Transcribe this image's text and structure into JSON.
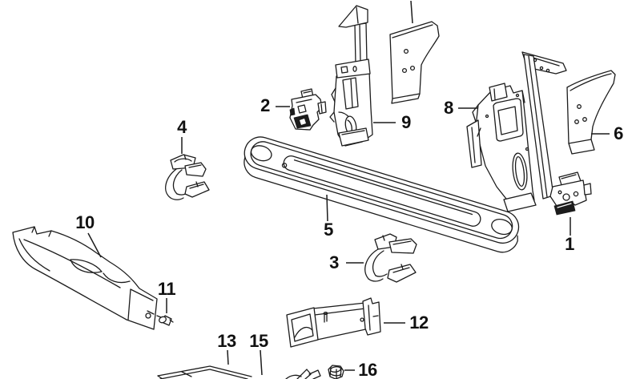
{
  "figure": {
    "background_color": "#ffffff",
    "line_color": "#1c1c1c",
    "label_color": "#111111",
    "callouts": {
      "c1": {
        "label": "1"
      },
      "c2": {
        "label": "2"
      },
      "c3": {
        "label": "3"
      },
      "c4": {
        "label": "4"
      },
      "c5": {
        "label": "5"
      },
      "c6": {
        "label": "6"
      },
      "c8": {
        "label": "8"
      },
      "c9": {
        "label": "9"
      },
      "c10": {
        "label": "10"
      },
      "c11": {
        "label": "11"
      },
      "c12": {
        "label": "12"
      },
      "c13": {
        "label": "13"
      },
      "c15": {
        "label": "15"
      },
      "c16": {
        "label": "16"
      }
    }
  }
}
